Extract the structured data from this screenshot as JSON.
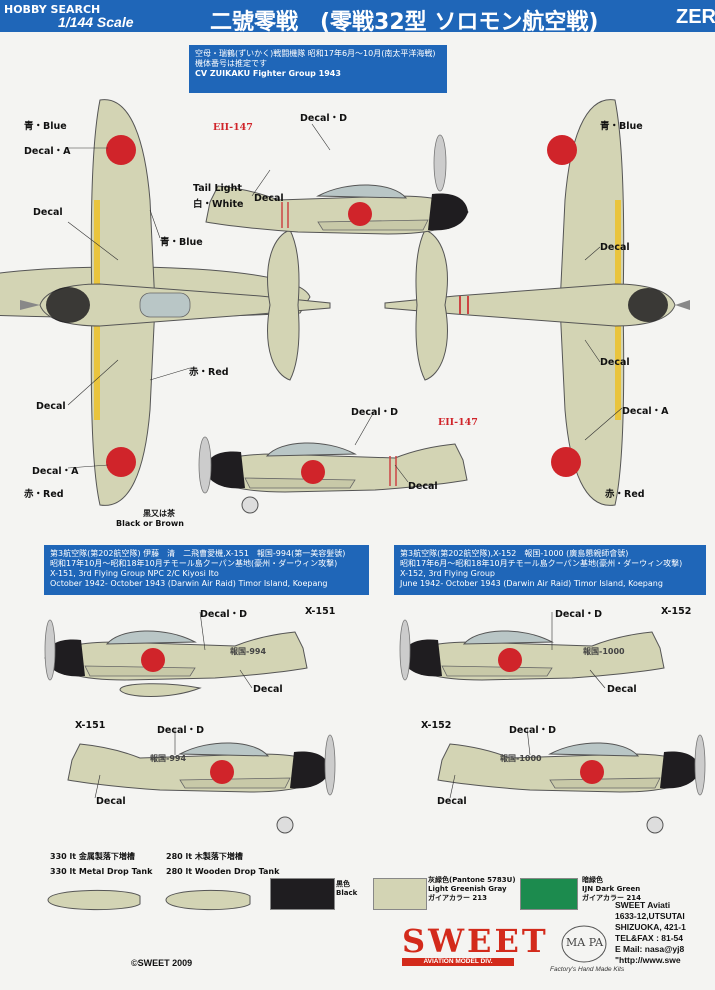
{
  "header": {
    "site_logo": "HOBBY SEARCH",
    "scale": "1/144 Scale",
    "title": "二號零戦　(零戦32型 ソロモン航空戦)",
    "title_cut": "ZER"
  },
  "box_top": {
    "line1": "空母・瑞鶴(ずいかく)戦闘機隊 昭和17年6月～10月(南太平洋海戦)",
    "line2": "機体番号は推定です",
    "line3": "CV ZUIKAKU Fighter Group 1943"
  },
  "box_left": {
    "line1": "第3航空隊(第202航空隊) 伊藤　清　二飛曹愛機,X-151　報国-994(第一美容髪號)",
    "line2": "昭和17年10月～昭和18年10月チモール島クーパン基地(豪州・ダーウィン攻撃)",
    "line3": "X-151, 3rd Flying Group NPC 2/C Kiyosi Ito",
    "line4": "October 1942- October  1943 (Darwin Air Raid) Timor Island, Koepang"
  },
  "box_right": {
    "line1": "第3航空隊(第202航空隊),X-152　報国-1000 (廣島懇親師會號)",
    "line2": "昭和17年6月～昭和18年10月チモール島クーパン基地(豪州・ダーウィン攻撃)",
    "line3": "X-152,  3rd Flying Group",
    "line4": "June 1942- October  1943 (Darwin Air Raid) Timor Island, Koepang"
  },
  "labels": {
    "blue": "青・Blue",
    "red": "赤・Red",
    "decal": "Decal",
    "decal_a": "Decal・A",
    "decal_d": "Decal・D",
    "tail_light_1": "Tail Light",
    "tail_light_2": "白・White",
    "black_or_brown_jp": "黒又は茶",
    "black_or_brown": "Black or Brown"
  },
  "codes": {
    "e2_147": "EII-147",
    "x151": "X-151",
    "x152": "X-152",
    "hokoku_994": "報国-994",
    "hokoku_1000": "報国-1000"
  },
  "drop_tanks": {
    "metal_jp": "330 lt 金属製落下増槽",
    "metal_en": "330 lt Metal Drop Tank",
    "wood_jp": "280 lt 木製落下増槽",
    "wood_en": "280 lt Wooden Drop Tank"
  },
  "colors": {
    "black_jp": "黒色",
    "black_en": "Black",
    "gray_jp": "灰緑色(Pantone  5783U)",
    "gray_en": "Light Greenish Gray",
    "gray_code": "ガイアカラー 213",
    "green_jp": "暗緑色",
    "green_en": "IJN Dark Green",
    "green_code": "ガイアカラー 214",
    "black_hex": "#1f1d20",
    "gray_hex": "#d3d4b4",
    "green_hex": "#1c8b4e",
    "hinomaru_hex": "#d0242a",
    "banner_hex": "#1f66b8"
  },
  "footer": {
    "copyright": "©SWEET 2009",
    "brand": "SWEET",
    "brand_sub": "AVIATION MODEL DIV.",
    "mapa": "MA PA",
    "mapa_sub": "Factory's Hand Made Kits",
    "addr1": "SWEET  Aviati",
    "addr2": "1633-12,UTSUTAI",
    "addr3": "SHIZUOKA, 421-1",
    "addr4": "TEL&FAX : 81-54",
    "addr5": "E Mail: nasa@yj8",
    "addr6": "\"http://www.swe"
  }
}
